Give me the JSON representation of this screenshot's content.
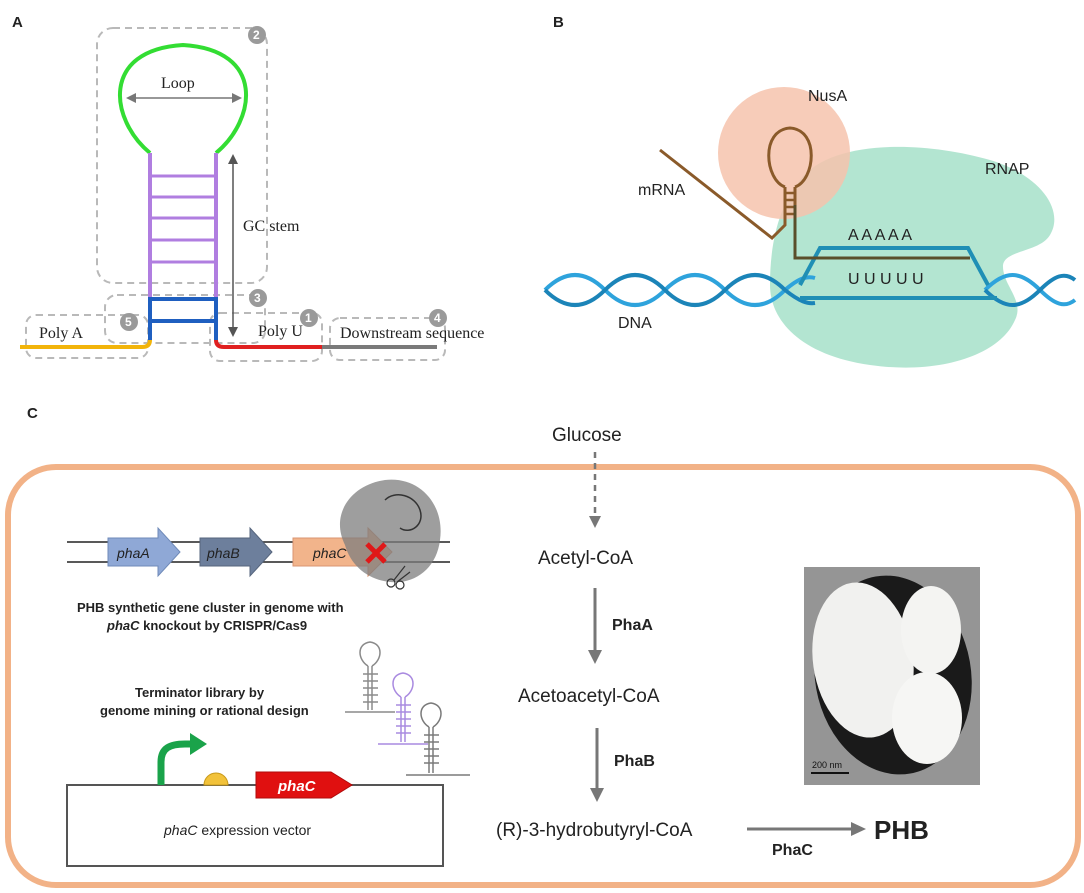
{
  "panels": {
    "a": "A",
    "b": "B",
    "c": "C"
  },
  "panel_a": {
    "loop": "Loop",
    "gc_stem": "GC stem",
    "poly_a": "Poly A",
    "poly_u": "Poly U",
    "downstream": "Downstream sequence",
    "region_numbers": [
      "1",
      "2",
      "3",
      "4",
      "5"
    ]
  },
  "panel_b": {
    "nusa": "NusA",
    "mrna": "mRNA",
    "rnap": "RNAP",
    "dna": "DNA",
    "a_bases": "A A A A A",
    "u_bases": "U U U U U"
  },
  "panel_c": {
    "genes": {
      "phaA": "phaA",
      "phaB": "phaB",
      "phaC": "phaC"
    },
    "cluster_caption_line1": "PHB synthetic gene cluster in genome with",
    "cluster_caption_line2_italic": "phaC",
    "cluster_caption_line2_rest": " knockout by CRISPR/Cas9",
    "library_line1": "Terminator library by",
    "library_line2": "genome mining or rational design",
    "vector_gene": "phaC",
    "vector_label_italic": "phaC",
    "vector_label_rest": " expression vector",
    "pathway": {
      "glucose": "Glucose",
      "acetyl": "Acetyl-CoA",
      "enzyme1": "PhaA",
      "acetoacetyl": "Acetoacetyl-CoA",
      "enzyme2": "PhaB",
      "hydroxybutyryl": "(R)-3-hydrobutyryl-CoA",
      "enzyme3": "PhaC",
      "product": "PHB"
    },
    "scale_bar": "200 nm"
  },
  "colors": {
    "loop_green": "#33dd33",
    "stem_purple": "#b07ee0",
    "stem_blue": "#1f5fc0",
    "poly_a_yellow": "#f2b40a",
    "poly_u_red": "#e02020",
    "downstream_gray": "#7a7a7a",
    "nusa_pink": "#f6c3ad",
    "rnap_green": "#a6e0c9",
    "dna_blue": "#2ea3dc",
    "mrna_brown": "#8a5a2a",
    "cell_orange": "#f2b287",
    "gene_phaA": "#8fa8d6",
    "gene_phaB": "#6d7f9c",
    "gene_phaC": "#f2b48b",
    "vector_phaC_red": "#e01010",
    "promoter_green": "#1aa34a"
  }
}
